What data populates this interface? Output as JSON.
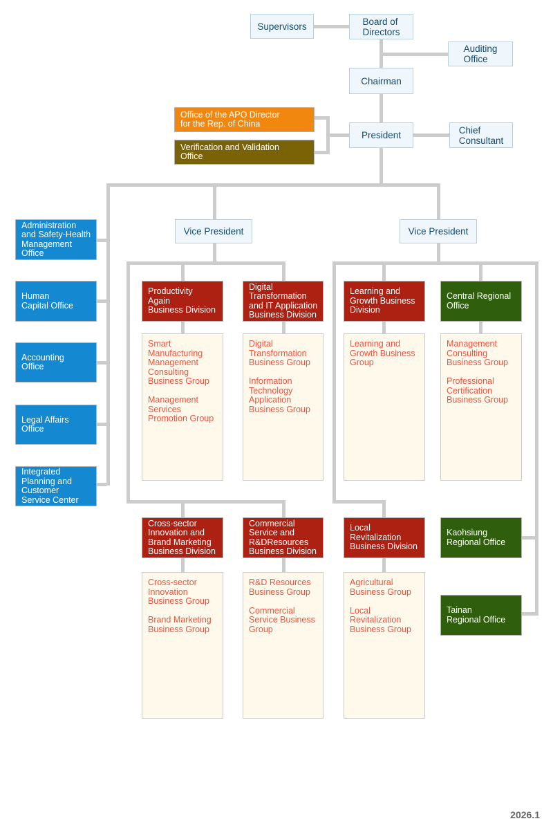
{
  "colors": {
    "line": "#CCCCCC",
    "light-box-bg": "#EFF6FC",
    "light-box-border": "#B9CFDE",
    "light-box-text": "#134A70",
    "orange": "#F2870F",
    "olive": "#7A6207",
    "blue": "#1489D1",
    "red": "#AD2112",
    "green": "#2F5E0D",
    "cream-bg": "#FFF9EB",
    "cream-border": "#CCCCCC",
    "cream-text": "#F4503C",
    "version-text": "#666666"
  },
  "top": {
    "supervisors": "Supervisors",
    "board_of_directors": "Board of\nDirectors",
    "auditing_office": "Auditing\nOffice",
    "chairman": "Chairman",
    "president": "President",
    "chief_consultant": "Chief\nConsultant",
    "apo_office": "Office of the APO Director\nfor the Rep. of China",
    "verification_office": "Verification and Validation\nOffice",
    "vp_left": "Vice President",
    "vp_right": "Vice President"
  },
  "staff_offices": [
    {
      "label": "Administration\nand Safety-Health\nManagement\nOffice"
    },
    {
      "label": "Human\nCapital Office"
    },
    {
      "label": "Accounting\nOffice"
    },
    {
      "label": "Legal Affairs\nOffice"
    },
    {
      "label": "Integrated\nPlanning and\nCustomer\nService Center"
    }
  ],
  "divisions": [
    {
      "label": "Productivity\nAgain\nBusiness Division"
    },
    {
      "label": "Digital\nTransformation\nand IT Application\nBusiness Division"
    },
    {
      "label": "Learning and\nGrowth Business\nDivision"
    },
    {
      "label": "Cross-sector\nInnovation and\nBrand Marketing\nBusiness Division"
    },
    {
      "label": "Commercial\nService and\nR&DResources\nBusiness Division"
    },
    {
      "label": "Local\nRevitalization\nBusiness Division"
    }
  ],
  "regional_offices": [
    {
      "label": "Central Regional\nOffice"
    },
    {
      "label": "Kaohsiung\nRegional Office"
    },
    {
      "label": "Tainan\nRegional Office"
    }
  ],
  "groups": [
    {
      "label": "Smart\nManufacturing\nManagement\nConsulting\nBusiness Group\n\nManagement\nServices\nPromotion Group"
    },
    {
      "label": "Digital\nTransformation\nBusiness Group\n\nInformation\nTechnology\nApplication\nBusiness Group"
    },
    {
      "label": "Learning and\nGrowth Business\nGroup"
    },
    {
      "label": "Management\nConsulting\nBusiness Group\n\nProfessional\nCertification\nBusiness Group"
    },
    {
      "label": "Cross-sector\nInnovation\nBusiness Group\n\nBrand Marketing\nBusiness Group"
    },
    {
      "label": "R&D Resources\nBusiness Group\n\nCommercial\nService Business\nGroup"
    },
    {
      "label": "Agricultural\nBusiness Group\n\nLocal\nRevitalization\nBusiness Group"
    }
  ],
  "footer": {
    "version": "2026.1"
  }
}
